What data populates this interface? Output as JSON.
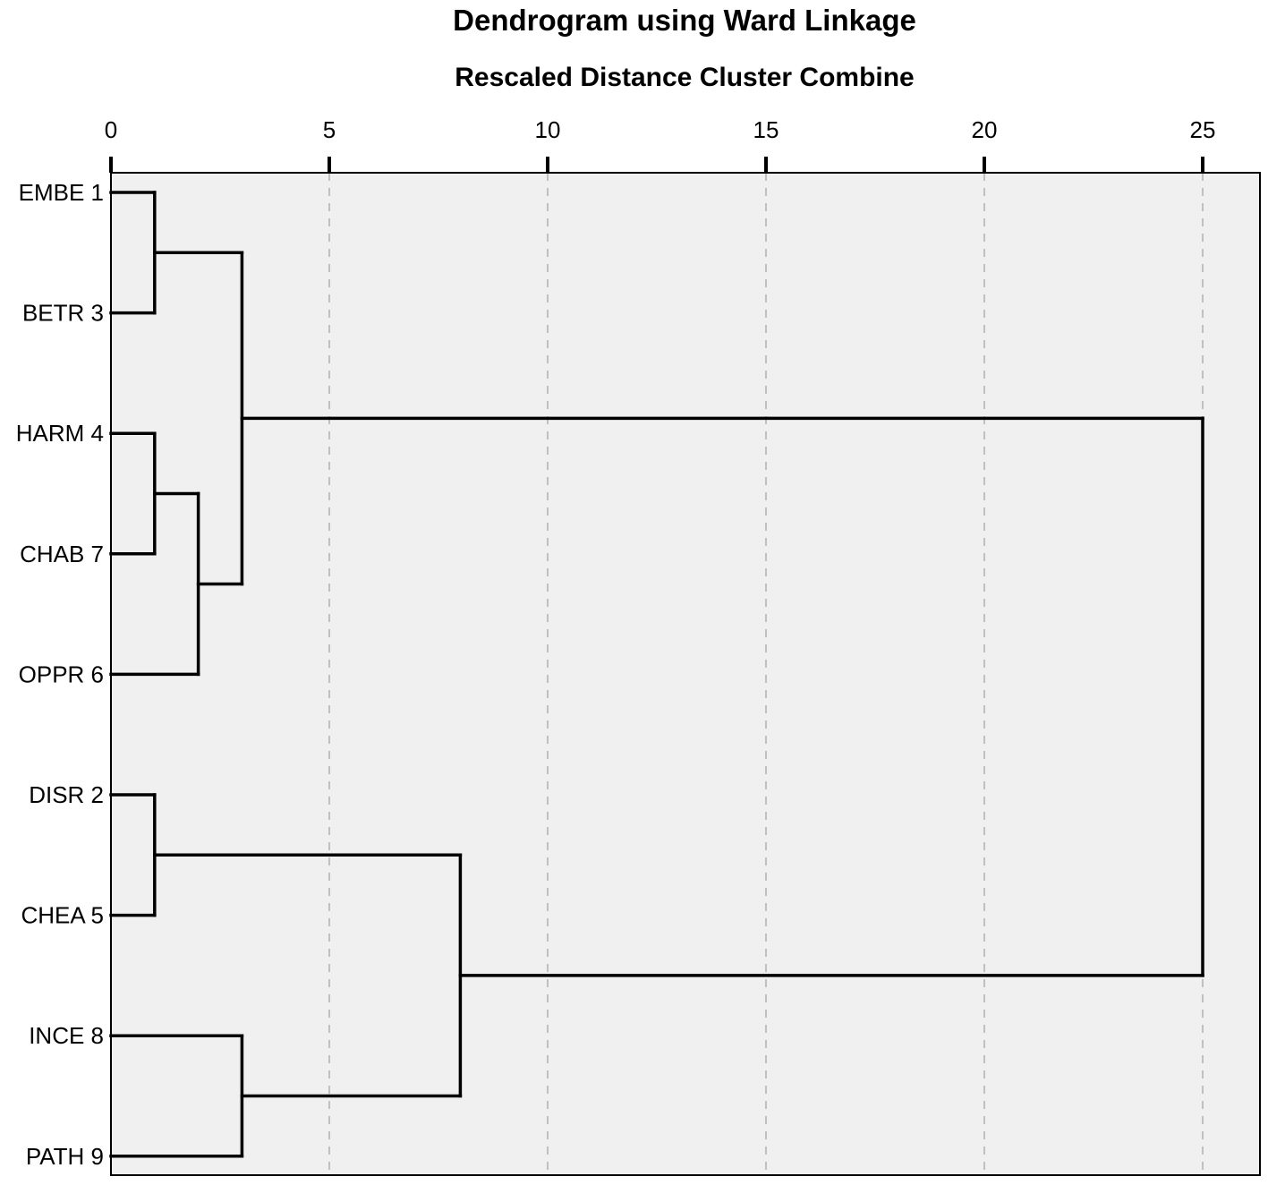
{
  "chart_data": {
    "type": "dendrogram",
    "title": "Dendrogram using Ward Linkage",
    "xlabel": "Rescaled Distance Cluster Combine",
    "xticks": [
      0,
      5,
      10,
      15,
      20,
      25
    ],
    "xlim": [
      0,
      26.3
    ],
    "grid": "vertical dashed",
    "leaves": [
      "EMBE 1",
      "BETR 3",
      "HARM 4",
      "CHAB 7",
      "OPPR 6",
      "DISR 2",
      "CHEA 5",
      "INCE 8",
      "PATH 9"
    ],
    "merges": [
      {
        "left": "EMBE 1",
        "right": "BETR 3",
        "distance": 1
      },
      {
        "left": "HARM 4",
        "right": "CHAB 7",
        "distance": 1
      },
      {
        "left": "DISR 2",
        "right": "CHEA 5",
        "distance": 1
      },
      {
        "left": "HARM 4 + CHAB 7",
        "right": "OPPR 6",
        "distance": 2
      },
      {
        "left": "EMBE 1 + BETR 3",
        "right": "HARM 4 + CHAB 7 + OPPR 6",
        "distance": 3
      },
      {
        "left": "INCE 8",
        "right": "PATH 9",
        "distance": 3
      },
      {
        "left": "DISR 2 + CHEA 5",
        "right": "INCE 8 + PATH 9",
        "distance": 8
      },
      {
        "left": "EMBE 1 + BETR 3 + HARM 4 + CHAB 7 + OPPR 6",
        "right": "DISR 2 + CHEA 5 + INCE 8 + PATH 9",
        "distance": 25
      }
    ],
    "colors": {
      "plot_background": "#f0f0f0",
      "lines": "#000000",
      "grid": "#c0c0c0"
    }
  }
}
